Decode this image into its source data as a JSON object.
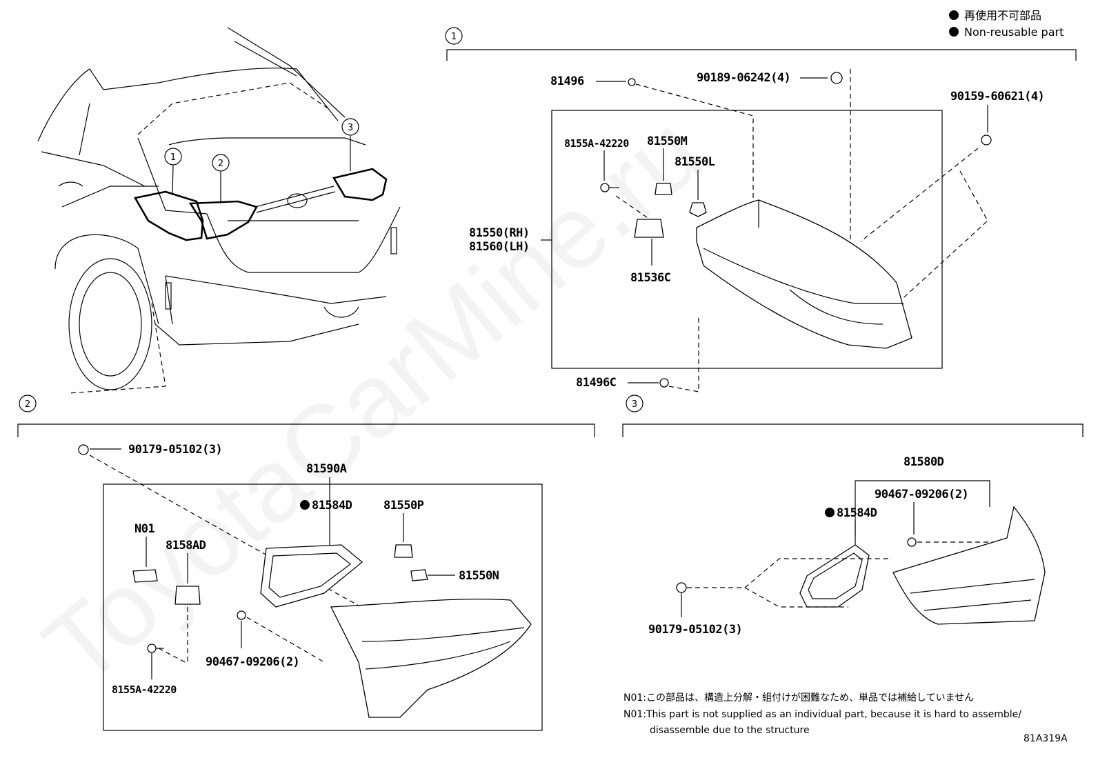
{
  "legend": {
    "jp": "再使用不可部品",
    "en": "Non-reusable part"
  },
  "callouts": [
    "1",
    "2",
    "3"
  ],
  "section1": {
    "number": "1",
    "parts": {
      "p81496": "81496",
      "p90189": "90189-06242(4)",
      "p90159": "90159-60621(4)",
      "p8155a": "8155A-42220",
      "p81550m": "81550M",
      "p81550l": "81550L",
      "p81550rh": "81550(RH)",
      "p81560lh": "81560(LH)",
      "p81536c": "81536C",
      "p81496c": "81496C"
    }
  },
  "section2": {
    "number": "2",
    "parts": {
      "p90179": "90179-05102(3)",
      "p81590a": "81590A",
      "p81584d": "81584D",
      "p81550p": "81550P",
      "pn01": "N01",
      "p8158ad": "8158AD",
      "p81550n": "81550N",
      "p90467": "90467-09206(2)",
      "p8155a": "8155A-42220"
    }
  },
  "section3": {
    "number": "3",
    "parts": {
      "p81580d": "81580D",
      "p90467": "90467-09206(2)",
      "p81584d": "81584D",
      "p90179": "90179-05102(3)"
    }
  },
  "notes": {
    "jp": "N01:この部品は、構造上分解・組付けが困難なため、単品では補給していません",
    "en1": "N01:This part is not supplied as an individual part, because it is hard to assemble/",
    "en2": "disassemble due to the structure"
  },
  "drawing_code": "81A319A",
  "watermark": "ToyotaCarMine.ru"
}
